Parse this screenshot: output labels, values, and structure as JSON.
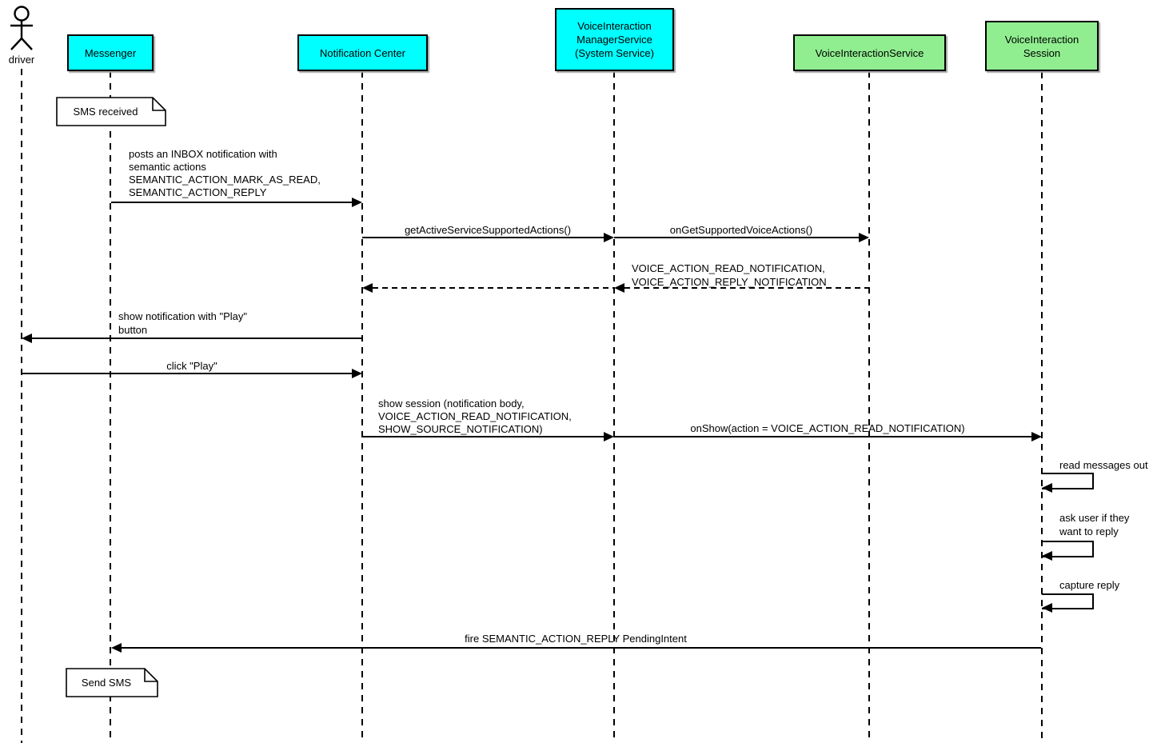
{
  "colors": {
    "participant_cyan": "#00FFFF",
    "participant_green": "#90EE90",
    "line_black": "#000000"
  },
  "actor": {
    "label": "driver"
  },
  "participants": {
    "messenger": {
      "label": "Messenger"
    },
    "notification_center": {
      "label": "Notification Center"
    },
    "manager_service": {
      "lines": [
        "VoiceInteraction",
        "ManagerService",
        "(System Service)"
      ]
    },
    "vi_service": {
      "label": "VoiceInteractionService"
    },
    "vi_session": {
      "lines": [
        "VoiceInteraction",
        "Session"
      ]
    }
  },
  "notes": {
    "sms_received": {
      "label": "SMS received"
    },
    "send_sms": {
      "label": "Send SMS"
    }
  },
  "messages": {
    "post_inbox": {
      "lines": [
        "posts an INBOX notification with",
        "semantic actions",
        "SEMANTIC_ACTION_MARK_AS_READ,",
        "SEMANTIC_ACTION_REPLY"
      ]
    },
    "get_actions": {
      "label": "getActiveServiceSupportedActions()"
    },
    "on_get_actions": {
      "label": "onGetSupportedVoiceActions()"
    },
    "return_actions": {
      "lines": [
        "VOICE_ACTION_READ_NOTIFICATION,",
        "VOICE_ACTION_REPLY_NOTIFICATION"
      ]
    },
    "show_notification": {
      "lines": [
        "show notification with \"Play\"",
        "button"
      ]
    },
    "click_play": {
      "label": "click \"Play\""
    },
    "show_session": {
      "lines": [
        "show session (notification body,",
        "VOICE_ACTION_READ_NOTIFICATION,",
        "SHOW_SOURCE_NOTIFICATION)"
      ]
    },
    "on_show": {
      "label": "onShow(action = VOICE_ACTION_READ_NOTIFICATION)"
    },
    "read_messages": {
      "label": "read messages out"
    },
    "ask_user": {
      "lines": [
        "ask user if they",
        "want to reply"
      ]
    },
    "capture_reply": {
      "label": "capture reply"
    },
    "fire_reply": {
      "label": "fire SEMANTIC_ACTION_REPLY PendingIntent"
    }
  }
}
